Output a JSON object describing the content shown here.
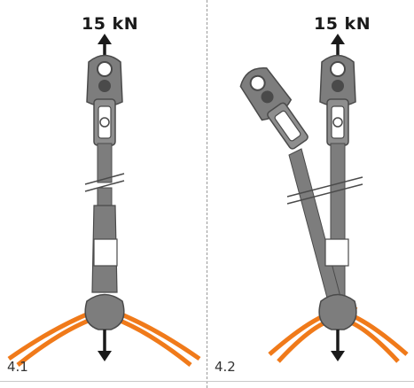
{
  "figures": [
    {
      "id": "4.1",
      "force": "15 kN"
    },
    {
      "id": "4.2",
      "force": "15 kN"
    }
  ],
  "colors": {
    "metal": "#7d7d7d",
    "metal_dark": "#4a4a4a",
    "rope": "#f07a1a",
    "arrow": "#1a1a1a"
  }
}
